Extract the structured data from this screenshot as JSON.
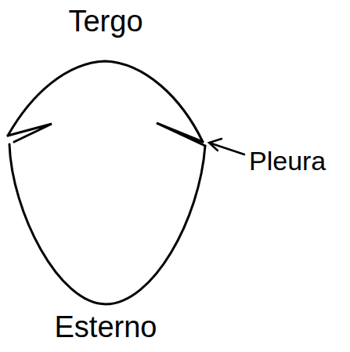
{
  "diagram": {
    "labels": [
      "Tergo",
      "Pleura",
      "Esterno"
    ]
  }
}
